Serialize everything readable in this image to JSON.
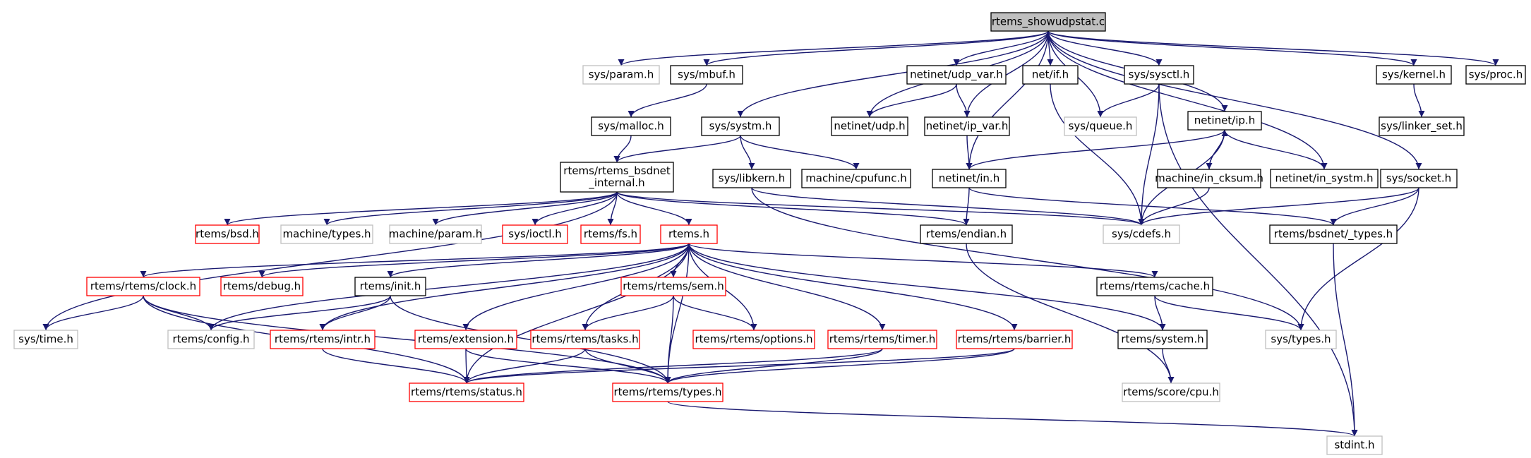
{
  "diagram": {
    "root": "rtems_showudpstat.c",
    "style_colors": {
      "root_fill": "#bfbfbf",
      "black_border": "#000000",
      "red_border": "#ff0000",
      "gray_border": "#bfbfbf",
      "edge": "#191970"
    },
    "nodes": [
      {
        "id": "root",
        "lines": [
          "rtems_showudpstat.c"
        ],
        "style": "root"
      },
      {
        "id": "sys_param",
        "lines": [
          "sys/param.h"
        ],
        "style": "gray"
      },
      {
        "id": "sys_mbuf",
        "lines": [
          "sys/mbuf.h"
        ],
        "style": "black"
      },
      {
        "id": "sys_systm",
        "lines": [
          "sys/systm.h"
        ],
        "style": "black"
      },
      {
        "id": "netinet_udp_var",
        "lines": [
          "netinet/udp_var.h"
        ],
        "style": "black"
      },
      {
        "id": "net_if",
        "lines": [
          "net/if.h"
        ],
        "style": "black"
      },
      {
        "id": "sys_sysctl",
        "lines": [
          "sys/sysctl.h"
        ],
        "style": "black"
      },
      {
        "id": "sys_kernel",
        "lines": [
          "sys/kernel.h"
        ],
        "style": "black"
      },
      {
        "id": "sys_proc",
        "lines": [
          "sys/proc.h"
        ],
        "style": "black"
      },
      {
        "id": "sys_malloc",
        "lines": [
          "sys/malloc.h"
        ],
        "style": "black"
      },
      {
        "id": "netinet_udp",
        "lines": [
          "netinet/udp.h"
        ],
        "style": "black"
      },
      {
        "id": "netinet_ip_var",
        "lines": [
          "netinet/ip_var.h"
        ],
        "style": "black"
      },
      {
        "id": "sys_queue",
        "lines": [
          "sys/queue.h"
        ],
        "style": "gray"
      },
      {
        "id": "netinet_ip",
        "lines": [
          "netinet/ip.h"
        ],
        "style": "black"
      },
      {
        "id": "sys_linker_set",
        "lines": [
          "sys/linker_set.h"
        ],
        "style": "black"
      },
      {
        "id": "rtems_bsdnet_internal",
        "lines": [
          "rtems/rtems_bsdnet",
          "_internal.h"
        ],
        "style": "black"
      },
      {
        "id": "sys_libkern",
        "lines": [
          "sys/libkern.h"
        ],
        "style": "black"
      },
      {
        "id": "machine_cpufunc",
        "lines": [
          "machine/cpufunc.h"
        ],
        "style": "black"
      },
      {
        "id": "netinet_in",
        "lines": [
          "netinet/in.h"
        ],
        "style": "black"
      },
      {
        "id": "machine_in_cksum",
        "lines": [
          "machine/in_cksum.h"
        ],
        "style": "black"
      },
      {
        "id": "netinet_in_systm",
        "lines": [
          "netinet/in_systm.h"
        ],
        "style": "black"
      },
      {
        "id": "sys_socket",
        "lines": [
          "sys/socket.h"
        ],
        "style": "black"
      },
      {
        "id": "rtems_bsd",
        "lines": [
          "rtems/bsd.h"
        ],
        "style": "red"
      },
      {
        "id": "machine_types",
        "lines": [
          "machine/types.h"
        ],
        "style": "gray"
      },
      {
        "id": "machine_param",
        "lines": [
          "machine/param.h"
        ],
        "style": "gray"
      },
      {
        "id": "sys_ioctl",
        "lines": [
          "sys/ioctl.h"
        ],
        "style": "red"
      },
      {
        "id": "rtems_fs",
        "lines": [
          "rtems/fs.h"
        ],
        "style": "red"
      },
      {
        "id": "rtems_h",
        "lines": [
          "rtems.h"
        ],
        "style": "red"
      },
      {
        "id": "rtems_endian",
        "lines": [
          "rtems/endian.h"
        ],
        "style": "black"
      },
      {
        "id": "sys_cdefs",
        "lines": [
          "sys/cdefs.h"
        ],
        "style": "gray"
      },
      {
        "id": "rtems_bsdnet_types",
        "lines": [
          "rtems/bsdnet/_types.h"
        ],
        "style": "black"
      },
      {
        "id": "rtems_clock",
        "lines": [
          "rtems/rtems/clock.h"
        ],
        "style": "red"
      },
      {
        "id": "rtems_debug",
        "lines": [
          "rtems/debug.h"
        ],
        "style": "red"
      },
      {
        "id": "rtems_init",
        "lines": [
          "rtems/init.h"
        ],
        "style": "black"
      },
      {
        "id": "rtems_sem",
        "lines": [
          "rtems/rtems/sem.h"
        ],
        "style": "red"
      },
      {
        "id": "rtems_cache",
        "lines": [
          "rtems/rtems/cache.h"
        ],
        "style": "black"
      },
      {
        "id": "sys_time",
        "lines": [
          "sys/time.h"
        ],
        "style": "gray"
      },
      {
        "id": "rtems_config",
        "lines": [
          "rtems/config.h"
        ],
        "style": "gray"
      },
      {
        "id": "rtems_intr",
        "lines": [
          "rtems/rtems/intr.h"
        ],
        "style": "red"
      },
      {
        "id": "rtems_extension",
        "lines": [
          "rtems/extension.h"
        ],
        "style": "red"
      },
      {
        "id": "rtems_tasks",
        "lines": [
          "rtems/rtems/tasks.h"
        ],
        "style": "red"
      },
      {
        "id": "rtems_options",
        "lines": [
          "rtems/rtems/options.h"
        ],
        "style": "red"
      },
      {
        "id": "rtems_timer",
        "lines": [
          "rtems/rtems/timer.h"
        ],
        "style": "red"
      },
      {
        "id": "rtems_barrier",
        "lines": [
          "rtems/rtems/barrier.h"
        ],
        "style": "red"
      },
      {
        "id": "rtems_system",
        "lines": [
          "rtems/system.h"
        ],
        "style": "black"
      },
      {
        "id": "sys_types",
        "lines": [
          "sys/types.h"
        ],
        "style": "gray"
      },
      {
        "id": "rtems_status",
        "lines": [
          "rtems/rtems/status.h"
        ],
        "style": "red"
      },
      {
        "id": "rtems_types",
        "lines": [
          "rtems/rtems/types.h"
        ],
        "style": "red"
      },
      {
        "id": "rtems_score_cpu",
        "lines": [
          "rtems/score/cpu.h"
        ],
        "style": "gray"
      },
      {
        "id": "stdint",
        "lines": [
          "stdint.h"
        ],
        "style": "gray"
      }
    ],
    "edges": [
      [
        "root",
        "sys_param"
      ],
      [
        "root",
        "sys_mbuf"
      ],
      [
        "root",
        "sys_systm"
      ],
      [
        "root",
        "netinet_udp_var"
      ],
      [
        "root",
        "net_if"
      ],
      [
        "root",
        "sys_sysctl"
      ],
      [
        "root",
        "sys_kernel"
      ],
      [
        "root",
        "sys_proc"
      ],
      [
        "root",
        "netinet_udp"
      ],
      [
        "root",
        "netinet_ip_var"
      ],
      [
        "root",
        "sys_queue"
      ],
      [
        "root",
        "netinet_ip"
      ],
      [
        "root",
        "netinet_in"
      ],
      [
        "root",
        "netinet_in_systm"
      ],
      [
        "root",
        "sys_socket"
      ],
      [
        "sys_mbuf",
        "sys_malloc"
      ],
      [
        "sys_malloc",
        "rtems_bsdnet_internal"
      ],
      [
        "sys_systm",
        "rtems_bsdnet_internal"
      ],
      [
        "sys_systm",
        "sys_libkern"
      ],
      [
        "sys_systm",
        "machine_cpufunc"
      ],
      [
        "netinet_udp_var",
        "netinet_udp"
      ],
      [
        "netinet_udp_var",
        "netinet_ip_var"
      ],
      [
        "net_if",
        "sys_cdefs"
      ],
      [
        "sys_sysctl",
        "sys_queue"
      ],
      [
        "sys_sysctl",
        "sys_cdefs"
      ],
      [
        "sys_sysctl",
        "stdint"
      ],
      [
        "sys_kernel",
        "sys_linker_set"
      ],
      [
        "netinet_ip_var",
        "netinet_in"
      ],
      [
        "netinet_ip",
        "netinet_in"
      ],
      [
        "netinet_ip",
        "machine_in_cksum"
      ],
      [
        "netinet_ip",
        "netinet_in_systm"
      ],
      [
        "netinet_ip",
        "sys_cdefs"
      ],
      [
        "machine_in_cksum",
        "netinet_ip"
      ],
      [
        "machine_in_cksum",
        "sys_cdefs"
      ],
      [
        "netinet_in",
        "rtems_endian"
      ],
      [
        "netinet_in",
        "rtems_bsdnet_types"
      ],
      [
        "sys_libkern",
        "sys_cdefs"
      ],
      [
        "sys_libkern",
        "sys_types"
      ],
      [
        "sys_socket",
        "sys_cdefs"
      ],
      [
        "sys_socket",
        "rtems_bsdnet_types"
      ],
      [
        "sys_socket",
        "sys_types"
      ],
      [
        "rtems_bsdnet_internal",
        "rtems_bsd"
      ],
      [
        "rtems_bsdnet_internal",
        "machine_types"
      ],
      [
        "rtems_bsdnet_internal",
        "machine_param"
      ],
      [
        "rtems_bsdnet_internal",
        "sys_ioctl"
      ],
      [
        "rtems_bsdnet_internal",
        "rtems_fs"
      ],
      [
        "rtems_bsdnet_internal",
        "rtems_h"
      ],
      [
        "rtems_bsdnet_internal",
        "rtems_endian"
      ],
      [
        "rtems_bsdnet_internal",
        "sys_cdefs"
      ],
      [
        "rtems_bsdnet_internal",
        "sys_time"
      ],
      [
        "rtems_endian",
        "rtems_score_cpu"
      ],
      [
        "rtems_bsdnet_types",
        "stdint"
      ],
      [
        "rtems_h",
        "rtems_clock"
      ],
      [
        "rtems_h",
        "rtems_debug"
      ],
      [
        "rtems_h",
        "rtems_init"
      ],
      [
        "rtems_h",
        "rtems_config"
      ],
      [
        "rtems_h",
        "rtems_intr"
      ],
      [
        "rtems_h",
        "rtems_extension"
      ],
      [
        "rtems_h",
        "rtems_sem"
      ],
      [
        "rtems_h",
        "rtems_tasks"
      ],
      [
        "rtems_h",
        "rtems_options"
      ],
      [
        "rtems_h",
        "rtems_timer"
      ],
      [
        "rtems_h",
        "rtems_barrier"
      ],
      [
        "rtems_h",
        "rtems_cache"
      ],
      [
        "rtems_h",
        "rtems_system"
      ],
      [
        "rtems_h",
        "rtems_status"
      ],
      [
        "rtems_h",
        "rtems_types"
      ],
      [
        "rtems_clock",
        "sys_time"
      ],
      [
        "rtems_clock",
        "rtems_config"
      ],
      [
        "rtems_clock",
        "rtems_status"
      ],
      [
        "rtems_clock",
        "rtems_types"
      ],
      [
        "rtems_init",
        "rtems_config"
      ],
      [
        "rtems_init",
        "rtems_intr"
      ],
      [
        "rtems_init",
        "rtems_types"
      ],
      [
        "rtems_sem",
        "rtems_tasks"
      ],
      [
        "rtems_sem",
        "rtems_options"
      ],
      [
        "rtems_sem",
        "rtems_types"
      ],
      [
        "rtems_cache",
        "rtems_system"
      ],
      [
        "rtems_cache",
        "sys_types"
      ],
      [
        "rtems_intr",
        "rtems_status"
      ],
      [
        "rtems_extension",
        "rtems_status"
      ],
      [
        "rtems_extension",
        "rtems_types"
      ],
      [
        "rtems_tasks",
        "rtems_status"
      ],
      [
        "rtems_tasks",
        "rtems_types"
      ],
      [
        "rtems_timer",
        "rtems_status"
      ],
      [
        "rtems_timer",
        "rtems_types"
      ],
      [
        "rtems_barrier",
        "rtems_status"
      ],
      [
        "rtems_barrier",
        "rtems_types"
      ],
      [
        "rtems_system",
        "rtems_score_cpu"
      ],
      [
        "rtems_types",
        "stdint"
      ]
    ]
  }
}
